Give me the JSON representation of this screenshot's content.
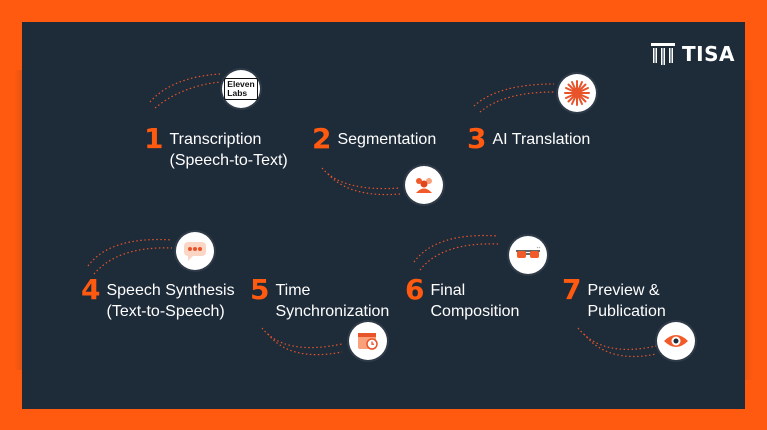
{
  "brand": {
    "name": "TISA"
  },
  "badges": {
    "elevenlabs_line1": "Eleven",
    "elevenlabs_line2": "Labs"
  },
  "steps": [
    {
      "number": "1",
      "line1": "Transcription",
      "line2": "(Speech-to-Text)",
      "icon": "elevenlabs-logo-icon"
    },
    {
      "number": "2",
      "line1": "Segmentation",
      "line2": "",
      "icon": "people-group-icon"
    },
    {
      "number": "3",
      "line1": "AI Translation",
      "line2": "",
      "icon": "ai-starburst-icon"
    },
    {
      "number": "4",
      "line1": "Speech Synthesis",
      "line2": "(Text-to-Speech)",
      "icon": "speech-bubble-icon"
    },
    {
      "number": "5",
      "line1": "Time",
      "line2": "Synchronization",
      "icon": "calendar-clock-icon"
    },
    {
      "number": "6",
      "line1": "Final",
      "line2": "Composition",
      "icon": "3d-glasses-icon"
    },
    {
      "number": "7",
      "line1": "Preview &",
      "line2": "Publication",
      "icon": "eye-icon"
    }
  ],
  "colors": {
    "background": "#ff5a0f",
    "panel": "#1e2b39",
    "accent": "#ff5a0f",
    "text": "#ffffff"
  }
}
